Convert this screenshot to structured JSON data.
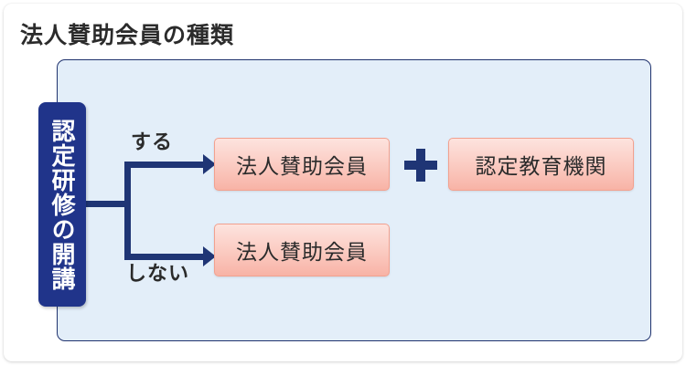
{
  "page": {
    "title": "法人賛助会員の種類"
  },
  "diagram": {
    "root": {
      "label": "認定研修の開講",
      "orientation": "vertical",
      "color": "#20348a"
    },
    "branches": [
      {
        "condition_label": "する",
        "result_boxes": [
          "法人賛助会員",
          "認定教育機関"
        ],
        "operator": "plus"
      },
      {
        "condition_label": "しない",
        "result_boxes": [
          "法人賛助会員"
        ],
        "operator": ""
      }
    ],
    "boxes": {
      "top_result": "法人賛助会員",
      "top_result_extra": "認定教育機関",
      "bottom_result": "法人賛助会員"
    },
    "operator_symbol": "plus-icon"
  },
  "colors": {
    "panel_background": "#e3eef9",
    "panel_border": "#20336e",
    "navy": "#20348a",
    "connector": "#1f3575",
    "pink_fill_top": "#fde3de",
    "pink_fill_bottom": "#f8b3a6",
    "pink_border": "#f2a18f",
    "text": "#2b2b2b"
  }
}
